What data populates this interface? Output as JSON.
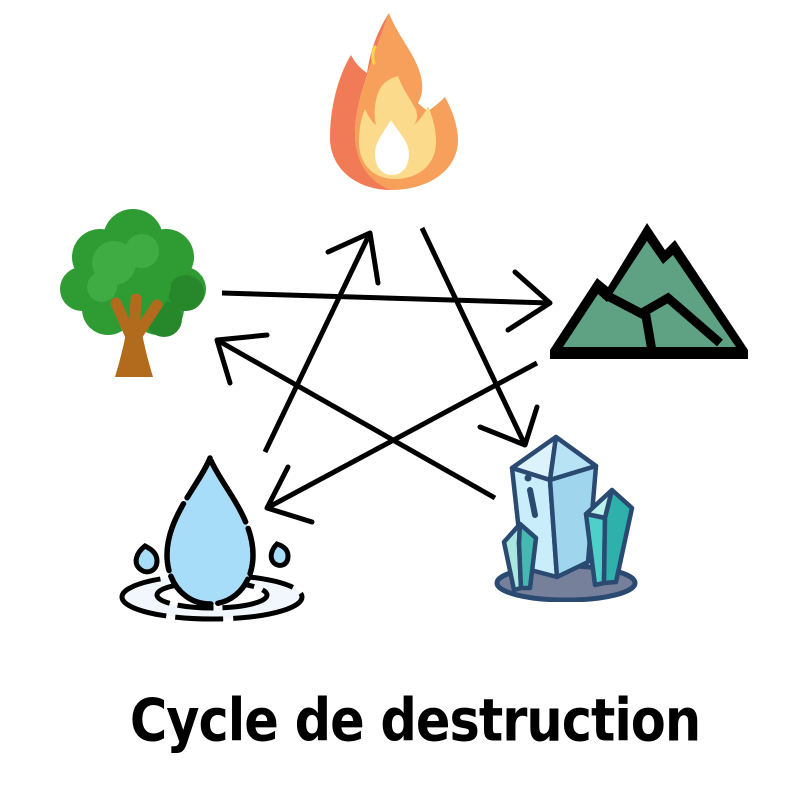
{
  "title": "Cycle de destruction",
  "background_color": "#ffffff",
  "diagram": {
    "type": "five-elements-destruction-cycle",
    "elements": [
      {
        "id": "fire",
        "icon": "fire-icon",
        "position": "top"
      },
      {
        "id": "earth",
        "icon": "mountain-icon",
        "position": "right"
      },
      {
        "id": "metal",
        "icon": "crystal-icon",
        "position": "bottom-right"
      },
      {
        "id": "water",
        "icon": "water-drop-icon",
        "position": "bottom-left"
      },
      {
        "id": "wood",
        "icon": "tree-icon",
        "position": "left"
      }
    ],
    "arrows": [
      {
        "from": "wood",
        "to": "earth",
        "shaft": [
          222,
          293,
          550,
          303
        ],
        "barbs": [
          [
            515,
            272
          ],
          [
            508,
            330
          ]
        ]
      },
      {
        "from": "earth",
        "to": "water",
        "shaft": [
          537,
          363,
          267,
          508
        ],
        "barbs": [
          [
            288,
            467
          ],
          [
            312,
            522
          ]
        ]
      },
      {
        "from": "water",
        "to": "fire",
        "shaft": [
          265,
          452,
          370,
          233
        ],
        "barbs": [
          [
            328,
            252
          ],
          [
            378,
            283
          ]
        ]
      },
      {
        "from": "fire",
        "to": "metal",
        "shaft": [
          422,
          228,
          525,
          445
        ],
        "barbs": [
          [
            480,
            427
          ],
          [
            537,
            407
          ]
        ]
      },
      {
        "from": "metal",
        "to": "wood",
        "shaft": [
          495,
          498,
          217,
          340
        ],
        "barbs": [
          [
            267,
            335
          ],
          [
            230,
            383
          ]
        ]
      }
    ],
    "arrow_style": {
      "color": "#000000",
      "width": 5
    }
  },
  "palette": {
    "flame_orange": "#F6A05C",
    "flame_salmon": "#F27B57",
    "flame_yellow": "#FBDB8B",
    "flame_core": "#FFFFFF",
    "tree_green": "#2E9B33",
    "tree_green_light": "#3EAC42",
    "tree_trunk_brown": "#B26B1D",
    "mountain_green": "#5FA183",
    "mountain_outline": "#000000",
    "water_blue": "#A8DDF9",
    "water_outline": "#000000",
    "ripple_fill": "#F2F7FD",
    "crystal_light_blue": "#C9EDFA",
    "crystal_teal": "#3FC9C4",
    "crystal_outline": "#2B4A72",
    "crystal_base_gray": "#76809B",
    "title_color": "#000000"
  }
}
